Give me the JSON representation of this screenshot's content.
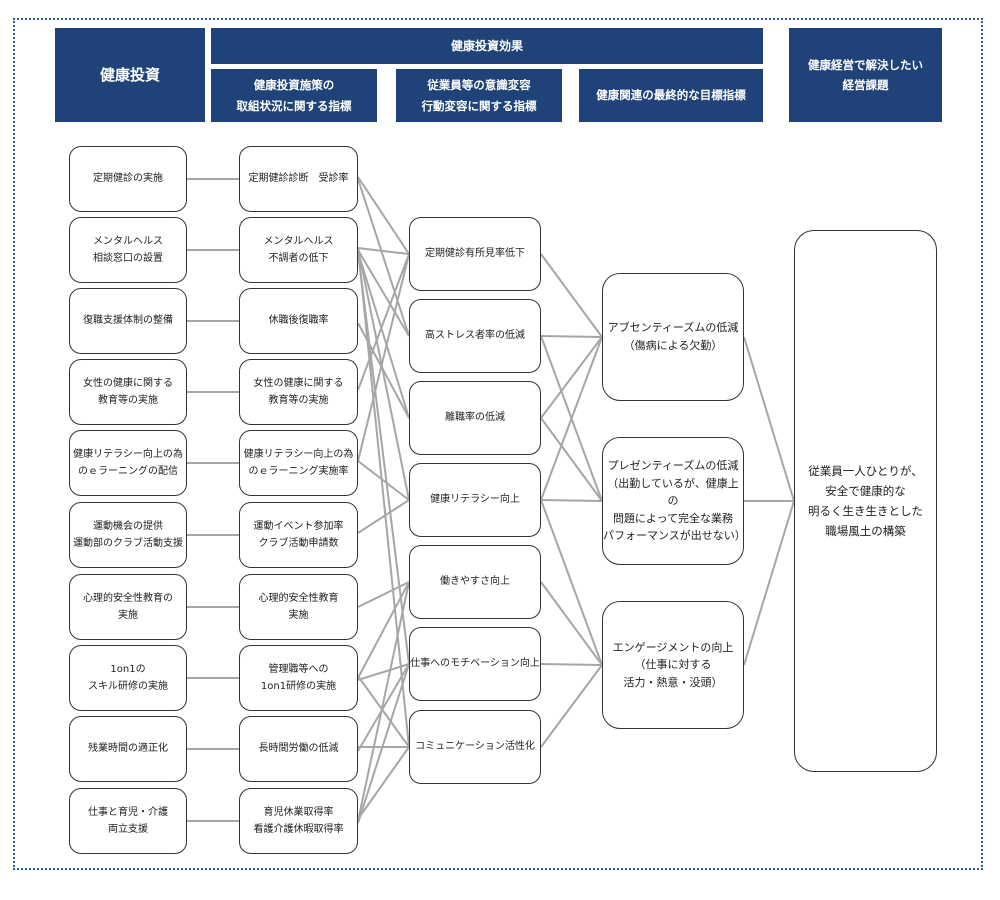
{
  "headers": {
    "investment": "健康投資",
    "effect": "健康投資効果",
    "measures": "健康投資施策の\n取組状況に関する指標",
    "awareness": "従業員等の意識変容\n行動変容に関する指標",
    "final_target": "健康関連の最終的な目標指標",
    "issue": "健康経営で解決したい\n経営課題"
  },
  "investments": [
    "定期健診の実施",
    "メンタルヘルス\n相談窓口の設置",
    "復職支援体制の整備",
    "女性の健康に関する\n教育等の実施",
    "健康リテラシー向上の為\nのｅラーニングの配信",
    "運動機会の提供\n運動部のクラブ活動支援",
    "心理的安全性教育の\n実施",
    "1on1の\nスキル研修の実施",
    "残業時間の適正化",
    "仕事と育児・介護\n両立支援"
  ],
  "indicators": [
    "定期健診診断　受診率",
    "メンタルヘルス\n不調者の低下",
    "休職後復職率",
    "女性の健康に関する\n教育等の実施",
    "健康リテラシー向上の為\nのｅラーニング実施率",
    "運動イベント参加率\nクラブ活動申請数",
    "心理的安全性教育\n実施",
    "管理職等への\n1on1研修の実施",
    "長時間労働の低減",
    "育児休業取得率\n看護介護休暇取得率"
  ],
  "awareness_items": [
    "定期健診有所見率低下",
    "高ストレス者率の低減",
    "離職率の低減",
    "健康リテラシー向上",
    "働きやすさ向上",
    "仕事へのモチベーション向上",
    "コミュニケーション活性化"
  ],
  "targets": [
    "アブセンティーズムの低減\n（傷病による欠勤）",
    "プレゼンティーズムの低減\n（出勤しているが、健康上の\n問題によって完全な業務\nパフォーマンスが出せない）",
    "エンゲージメントの向上\n（仕事に対する\n活力・熱意・没頭）"
  ],
  "goal": "従業員一人ひとりが、\n安全で健康的な\n明るく生き生きとした\n職場風土の構築",
  "colors": {
    "header": "#1f4378",
    "frame": "#2b5aa8",
    "line": "#a6a6a6",
    "border": "#333333"
  }
}
